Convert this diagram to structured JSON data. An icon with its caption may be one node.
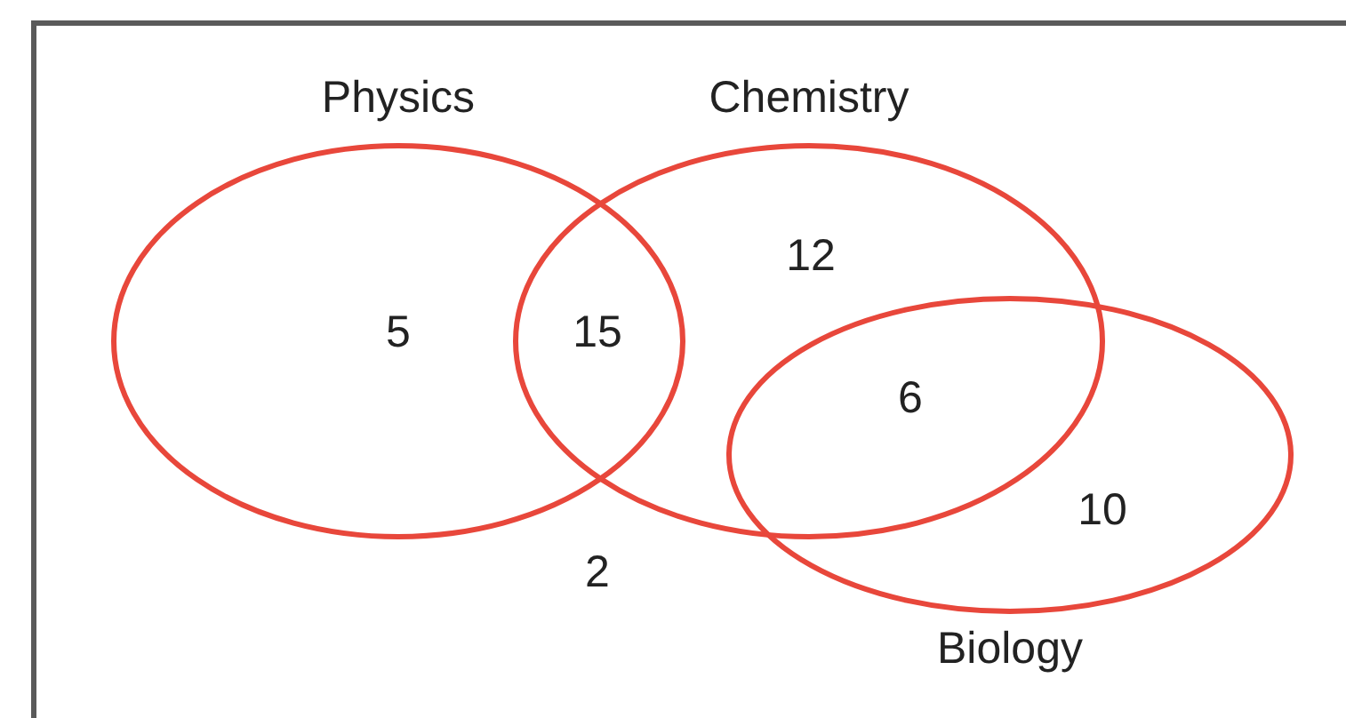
{
  "diagram": {
    "nodes": [
      {
        "text": [
          "Physics"
        ]
      },
      {
        "text": [
          "Chemistry"
        ]
      },
      {
        "text": [
          "Biology"
        ]
      }
    ],
    "edges": [],
    "labels": [
      "5",
      "15",
      "12",
      "6",
      "10",
      "2"
    ]
  }
}
